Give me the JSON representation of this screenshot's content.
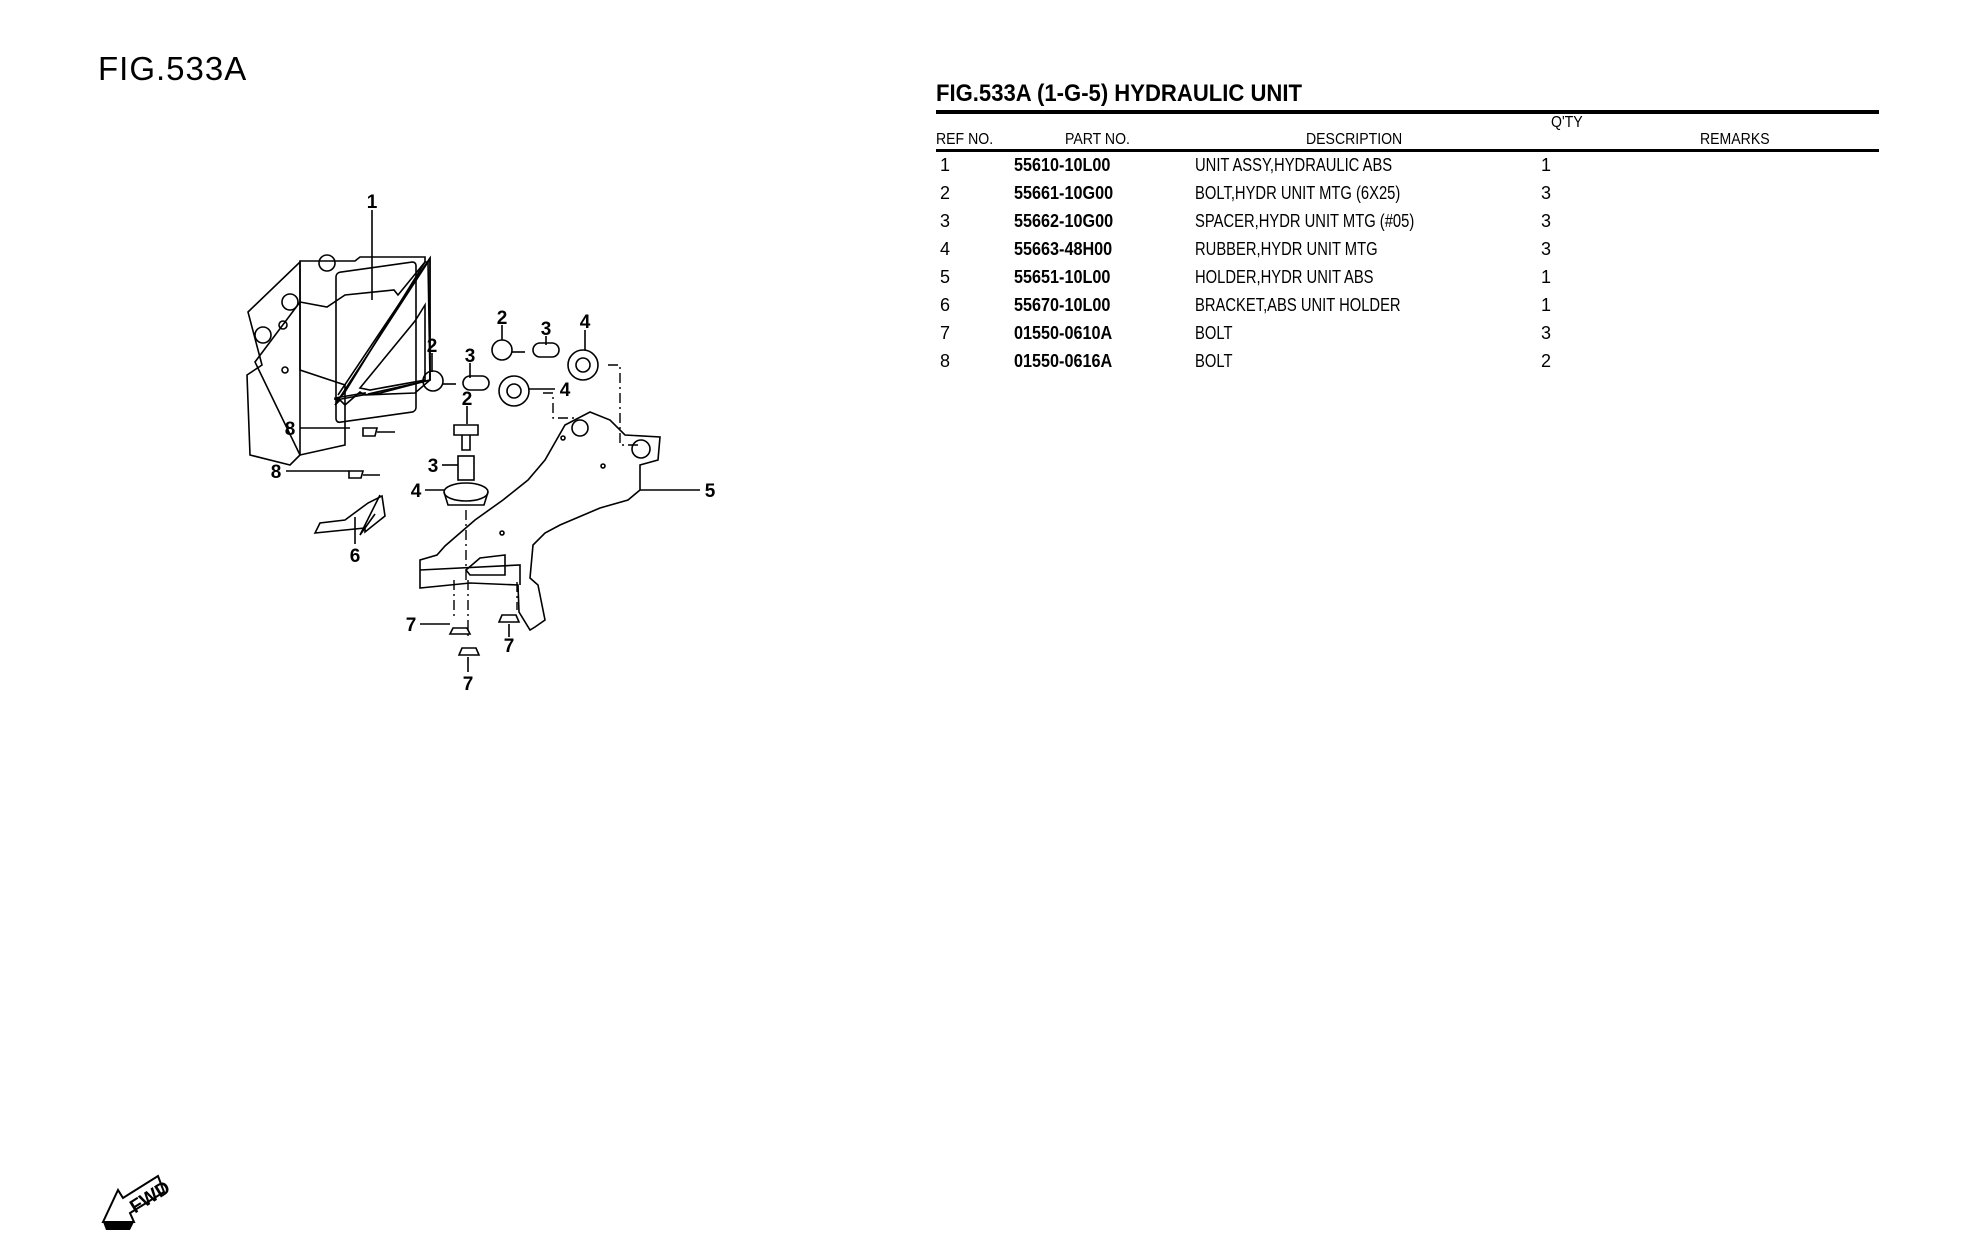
{
  "figure_label": "FIG.533A",
  "table": {
    "title": "FIG.533A (1-G-5) HYDRAULIC UNIT",
    "headers": {
      "ref": "REF NO.",
      "part": "PART NO.",
      "description": "DESCRIPTION",
      "qty": "Q'TY",
      "remarks": "REMARKS"
    },
    "rows": [
      {
        "ref": "1",
        "part": "55610-10L00",
        "description": "UNIT ASSY,HYDRAULIC ABS",
        "qty": "1",
        "remarks": ""
      },
      {
        "ref": "2",
        "part": "55661-10G00",
        "description": "BOLT,HYDR UNIT MTG (6X25)",
        "qty": "3",
        "remarks": ""
      },
      {
        "ref": "3",
        "part": "55662-10G00",
        "description": "SPACER,HYDR UNIT MTG (#05)",
        "qty": "3",
        "remarks": ""
      },
      {
        "ref": "4",
        "part": "55663-48H00",
        "description": "RUBBER,HYDR UNIT MTG",
        "qty": "3",
        "remarks": ""
      },
      {
        "ref": "5",
        "part": "55651-10L00",
        "description": "HOLDER,HYDR UNIT ABS",
        "qty": "1",
        "remarks": ""
      },
      {
        "ref": "6",
        "part": "55670-10L00",
        "description": "BRACKET,ABS UNIT HOLDER",
        "qty": "1",
        "remarks": ""
      },
      {
        "ref": "7",
        "part": "01550-0610A",
        "description": "BOLT",
        "qty": "3",
        "remarks": ""
      },
      {
        "ref": "8",
        "part": "01550-0616A",
        "description": "BOLT",
        "qty": "2",
        "remarks": ""
      }
    ]
  },
  "diagram": {
    "callouts": [
      "1",
      "2",
      "3",
      "4",
      "2",
      "3",
      "4",
      "2",
      "3",
      "4",
      "5",
      "8",
      "8",
      "6",
      "7",
      "7",
      "7"
    ],
    "fwd_label": "FWD"
  }
}
